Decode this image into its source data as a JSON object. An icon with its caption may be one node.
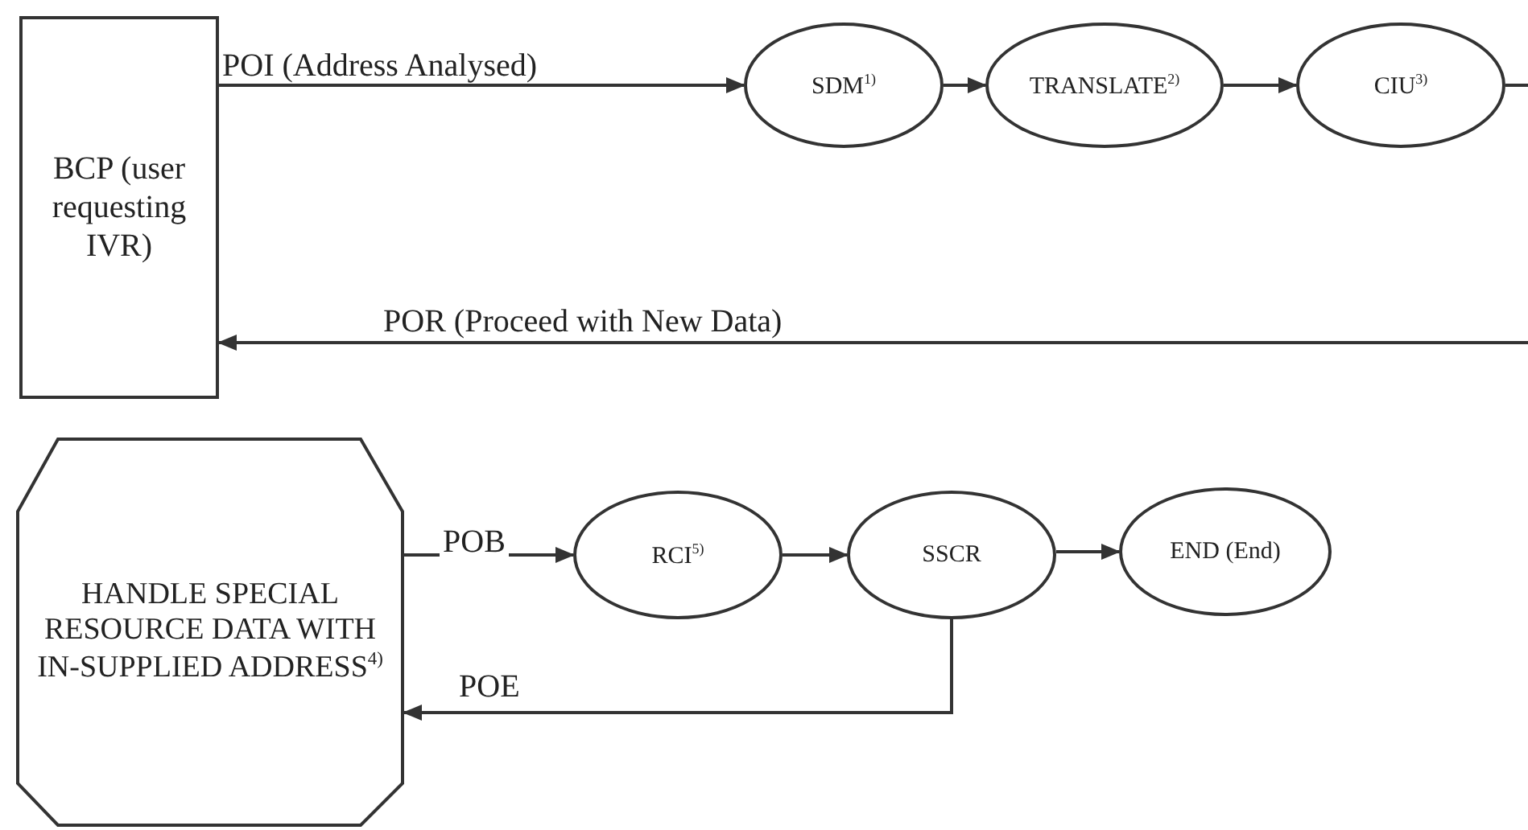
{
  "diagram": {
    "nodes": [
      {
        "text": [
          "BCP (user requesting IVR)"
        ]
      },
      {
        "text": [
          "SDM$^{1)}$"
        ]
      },
      {
        "text": [
          "TRANSLATE$^{2)}$"
        ]
      },
      {
        "text": [
          "CIU$^{3)}$"
        ]
      },
      {
        "text": [
          "HANDLE SPECIAL RESOURCE DATA WITH IN-SUPPLIED ADDRESS$^{4)}$"
        ]
      },
      {
        "text": [
          "RCI$^{5)}$"
        ]
      },
      {
        "text": [
          "SSCR"
        ]
      },
      {
        "text": [
          "END (End)"
        ]
      }
    ],
    "edges": [
      {
        "from": 0,
        "to": 1,
        "arrow": "to",
        "label": "POI (Address Analysed)"
      },
      {
        "from": 1,
        "to": 2,
        "arrow": "to"
      },
      {
        "from": 2,
        "to": 3,
        "arrow": "to"
      },
      {
        "from": 3,
        "to": null,
        "arrow": "none"
      },
      {
        "from": null,
        "to": 0,
        "arrow": "to",
        "label": "POR (Proceed with New Data)"
      },
      {
        "from": 4,
        "to": 5,
        "arrow": "to",
        "label": "POB"
      },
      {
        "from": 5,
        "to": 6,
        "arrow": "to"
      },
      {
        "from": 6,
        "to": 7,
        "arrow": "to"
      },
      {
        "from": 6,
        "to": 4,
        "arrow": "to",
        "label": "POE"
      }
    ]
  }
}
